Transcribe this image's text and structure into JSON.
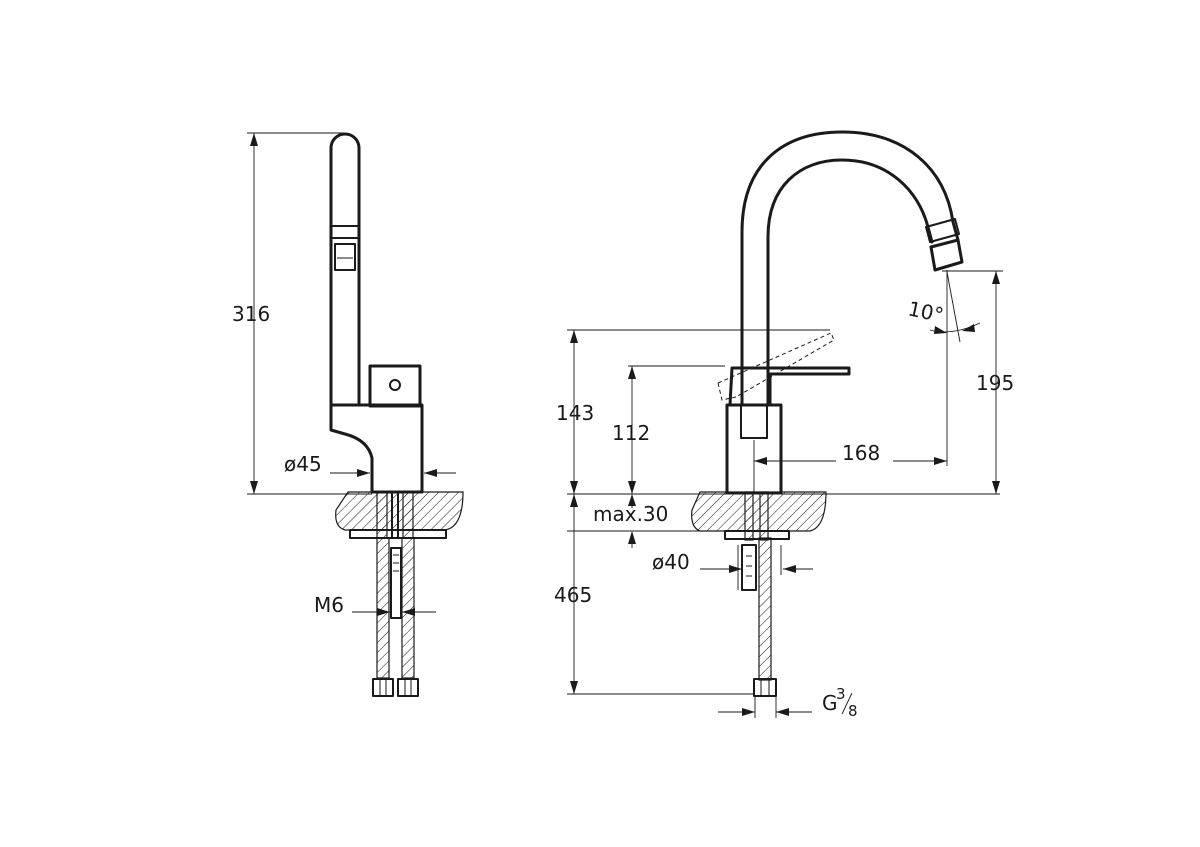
{
  "dimensions": {
    "height_total": "316",
    "body_diameter": "ø45",
    "thread": "M6",
    "height_lever": "143",
    "height_body": "112",
    "reach": "168",
    "spout_height": "195",
    "spout_angle": "10°",
    "max_deck": "max.30",
    "hole_diameter": "ø40",
    "hose_length": "465",
    "connection_g": "G",
    "connection_num": "3",
    "connection_den": "8"
  },
  "colors": {
    "line": "#1a1a1a",
    "background": "#ffffff"
  }
}
